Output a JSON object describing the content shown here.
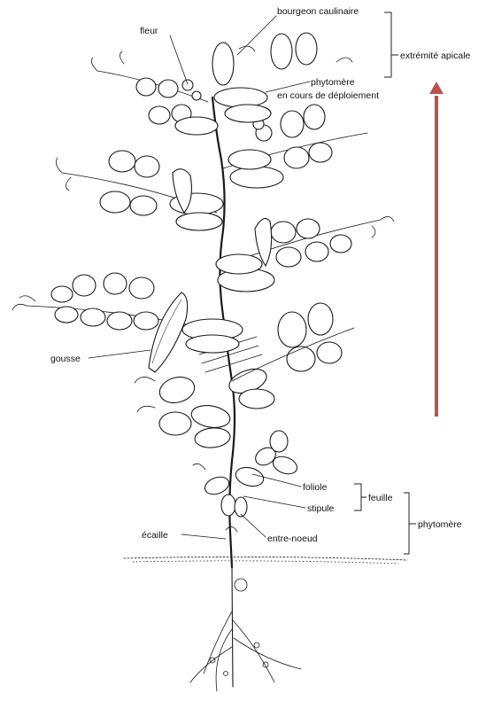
{
  "labels": {
    "bourgeon_caulinaire": "bourgeon caulinaire",
    "fleur": "fleur",
    "extremite_apicale": "extrémité apicale",
    "phytomere_top": "phytomère",
    "en_cours": "en cours de déploiement",
    "gousse": "gousse",
    "foliole": "foliole",
    "feuille": "feuille",
    "stipule": "stipule",
    "ecaille": "écaille",
    "entre_noeud": "entre-noeud",
    "phytomere_bottom": "phytomère"
  },
  "colors": {
    "arrow": "#c0504d",
    "ink": "#1a1a1a"
  }
}
